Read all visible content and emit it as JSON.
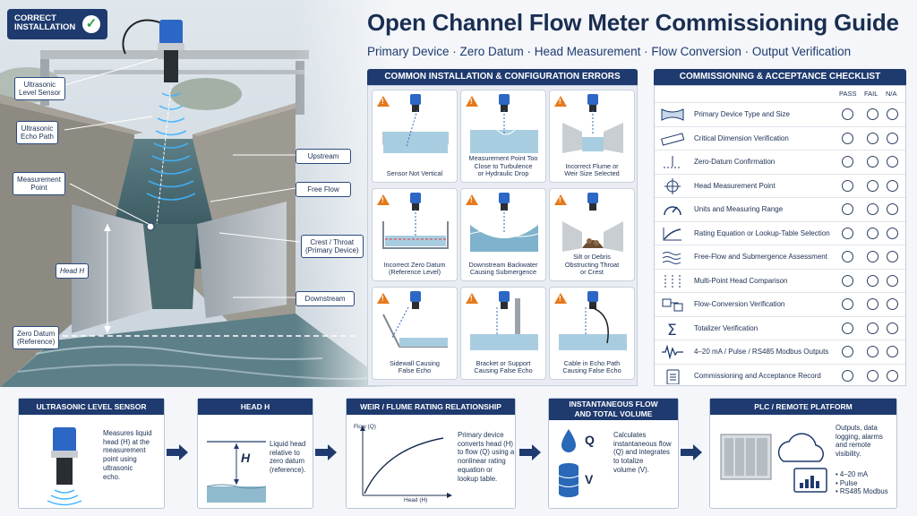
{
  "title": "Open Channel Flow Meter Commissioning Guide",
  "subtitle": "Primary Device · Zero Datum · Head Measurement · Flow Conversion · Output Verification",
  "badge": {
    "label_line1": "CORRECT",
    "label_line2": "INSTALLATION",
    "icon": "checkmark-icon"
  },
  "scene_labels": {
    "sensor": [
      "Ultrasonic",
      "Level Sensor"
    ],
    "echo": [
      "Ultrasonic",
      "Echo Path"
    ],
    "measure": [
      "Measurement",
      "Point"
    ],
    "head": "Head H",
    "zero": [
      "Zero Datum",
      "(Reference)"
    ],
    "upstream": "Upstream",
    "freeflow": "Free Flow",
    "crest": [
      "Crest / Throat",
      "(Primary Device)"
    ],
    "downstream": "Downstream"
  },
  "errors": {
    "heading": "COMMON INSTALLATION & CONFIGURATION ERRORS",
    "items": [
      {
        "caption": [
          "Sensor Not Vertical"
        ]
      },
      {
        "caption": [
          "Measurement Point Too",
          "Close to Turbulence",
          "or Hydraulic Drop"
        ]
      },
      {
        "caption": [
          "Incorrect Flume or",
          "Weir Size Selected"
        ]
      },
      {
        "caption": [
          "Incorrect Zero Datum",
          "(Reference Level)"
        ]
      },
      {
        "caption": [
          "Downstream Backwater",
          "Causing Submergence"
        ]
      },
      {
        "caption": [
          "Silt or Debris",
          "Obstructing Throat",
          "or Crest"
        ]
      },
      {
        "caption": [
          "Sidewall Causing",
          "False Echo"
        ]
      },
      {
        "caption": [
          "Bracket or Support",
          "Causing False Echo"
        ]
      },
      {
        "caption": [
          "Cable in Echo Path",
          "Causing False Echo"
        ]
      }
    ]
  },
  "checklist": {
    "heading": "COMMISSIONING & ACCEPTANCE CHECKLIST",
    "columns": [
      "PASS",
      "FAIL",
      "N/A"
    ],
    "items": [
      {
        "label": "Primary Device Type and Size",
        "icon": "flume-icon"
      },
      {
        "label": "Critical Dimension Verification",
        "icon": "ruler-icon"
      },
      {
        "label": "Zero-Datum Confirmation",
        "icon": "datum-icon"
      },
      {
        "label": "Head Measurement Point",
        "icon": "crosshair-icon"
      },
      {
        "label": "Units and Measuring Range",
        "icon": "gauge-icon"
      },
      {
        "label": "Rating Equation or Lookup-Table Selection",
        "icon": "curve-icon"
      },
      {
        "label": "Free-Flow and Submergence Assessment",
        "icon": "waves-icon"
      },
      {
        "label": "Multi-Point Head Comparison",
        "icon": "multipoint-icon"
      },
      {
        "label": "Flow-Conversion Verification",
        "icon": "conversion-icon"
      },
      {
        "label": "Totalizer Verification",
        "icon": "sigma-icon"
      },
      {
        "label": "4–20 mA / Pulse / RS485 Modbus Outputs",
        "icon": "signal-icon"
      },
      {
        "label": "Commissioning and Acceptance Record",
        "icon": "clipboard-icon"
      }
    ]
  },
  "flow": {
    "sensor": {
      "heading": "ULTRASONIC LEVEL SENSOR",
      "desc": [
        "Measures liquid",
        "head (H) at the",
        "measurement",
        "point using",
        "ultrasonic",
        "echo."
      ]
    },
    "head": {
      "heading": "HEAD H",
      "symbol": "H",
      "desc": [
        "Liquid head",
        "relative to",
        "zero datum",
        "(reference)."
      ]
    },
    "rating": {
      "heading": "WEIR / FLUME RATING RELATIONSHIP",
      "ylabel": "Flow (Q)",
      "xlabel": "Head (H)",
      "desc": [
        "Primary device",
        "converts head (H)",
        "to flow (Q) using a",
        "nonlinear rating",
        "equation or",
        "lookup table."
      ]
    },
    "volume": {
      "heading": [
        "INSTANTANEOUS FLOW",
        "AND TOTAL VOLUME"
      ],
      "q": "Q",
      "v": "V",
      "desc": [
        "Calculates",
        "instantaneous flow",
        "(Q) and integrates",
        "to totalize",
        "volume (V)."
      ]
    },
    "plc": {
      "heading": "PLC / REMOTE PLATFORM",
      "desc": [
        "Outputs, data",
        "logging, alarms",
        "and remote",
        "visibility."
      ],
      "bullets": [
        "4–20 mA",
        "Pulse",
        "RS485 Modbus"
      ]
    }
  }
}
